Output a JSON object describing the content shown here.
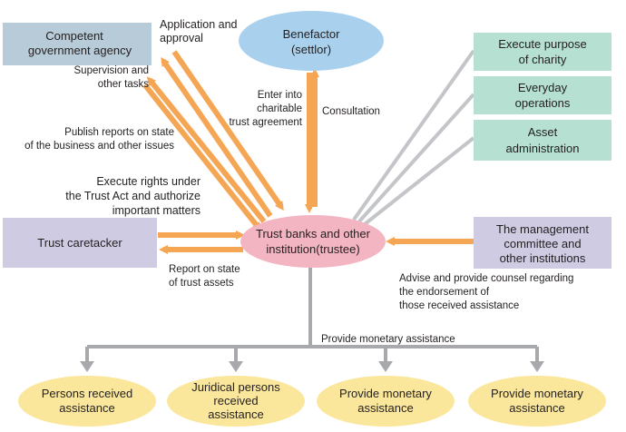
{
  "nodes": {
    "agency": {
      "lines": [
        "Competent",
        "government agency"
      ]
    },
    "benefactor": {
      "lines": [
        "Benefactor",
        "(settlor)"
      ]
    },
    "trustee": {
      "lines": [
        "Trust banks and other",
        "institution(trustee)"
      ]
    },
    "caretaker": {
      "lines": [
        "Trust caretacker"
      ]
    },
    "committee": {
      "lines": [
        "The management",
        "committee and",
        "other institutions"
      ]
    },
    "charity": {
      "lines": [
        "Execute purpose",
        "of charity"
      ]
    },
    "everyday": {
      "lines": [
        "Everyday",
        "operations"
      ]
    },
    "asset": {
      "lines": [
        "Asset",
        "administration"
      ]
    },
    "recipients": [
      {
        "lines": [
          "Persons received",
          "assistance"
        ]
      },
      {
        "lines": [
          "Juridical persons",
          "received",
          "assistance"
        ]
      },
      {
        "lines": [
          "Provide monetary",
          "assistance"
        ]
      },
      {
        "lines": [
          "Provide monetary",
          "assistance"
        ]
      }
    ]
  },
  "annotations": {
    "application": [
      "Application and",
      "approval"
    ],
    "supervision": [
      "Supervision and",
      "other tasks"
    ],
    "publish": [
      "Publish reports on state",
      "of the business and other issues"
    ],
    "execute_rights": [
      "Execute rights under",
      "the Trust Act and authorize",
      "important matters"
    ],
    "enter": [
      "Enter into",
      "charitable",
      "trust agreement"
    ],
    "consultation": [
      "Consultation"
    ],
    "report": [
      "Report on state",
      "of trust assets"
    ],
    "advise": [
      "Advise and provide counsel regarding",
      "the endorsement of",
      "those received assistance"
    ],
    "provide": [
      "Provide monetary assistance"
    ]
  },
  "colors": {
    "arrow_orange": "#f5a654",
    "agency_fill": "#b8cbd8",
    "benefactor_fill": "#a9d1ee",
    "trustee_fill": "#f4b5c2",
    "caretaker_fill": "#cfcbe2",
    "green_fill": "#b5e0d2",
    "yellow_fill": "#fbe79c",
    "gray_line": "#a7a9ac"
  }
}
